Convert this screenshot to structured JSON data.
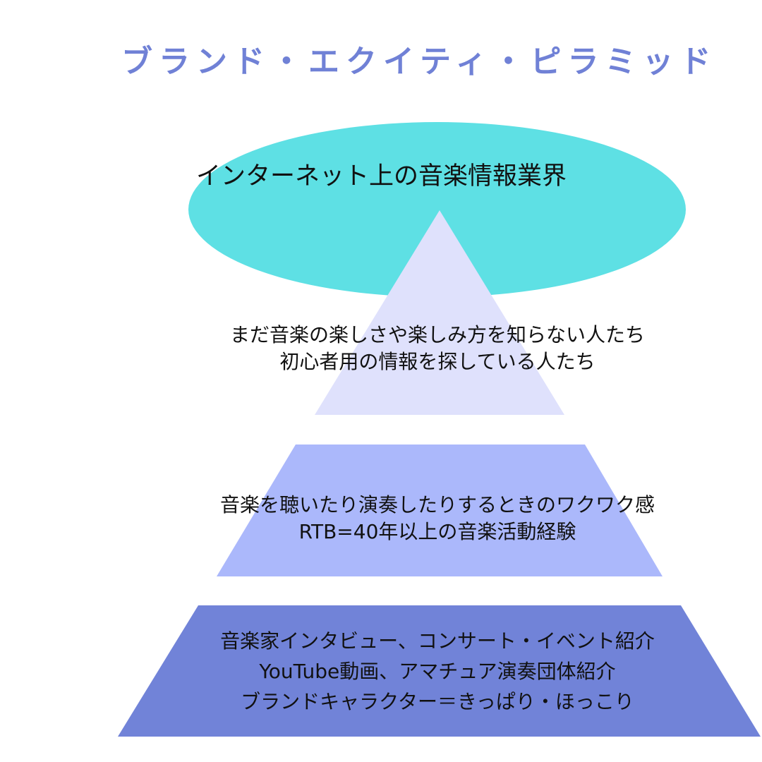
{
  "diagram": {
    "title": "ブランド・エクイティ・ピラミッド",
    "colors": {
      "title": "#7081d6",
      "ellipse": "#5ee0e4",
      "tier1": "#dfe1fc",
      "tier2": "#abb8fb",
      "tier3": "#7183d8",
      "text": "#111111"
    },
    "ellipse": {
      "label": "インターネット上の音楽情報業界"
    },
    "tiers": [
      {
        "name": "top",
        "lines": [
          "まだ音楽の楽しさや楽しみ方を知らない人たち",
          "初心者用の情報を探している人たち"
        ]
      },
      {
        "name": "middle",
        "lines": [
          "音楽を聴いたり演奏したりするときのワクワク感",
          "RTB=40年以上の音楽活動経験"
        ]
      },
      {
        "name": "bottom",
        "lines": [
          "音楽家インタビュー、コンサート・イベント紹介",
          "YouTube動画、アマチュア演奏団体紹介",
          "ブランドキャラクター＝きっぱり・ほっこり"
        ]
      }
    ]
  }
}
